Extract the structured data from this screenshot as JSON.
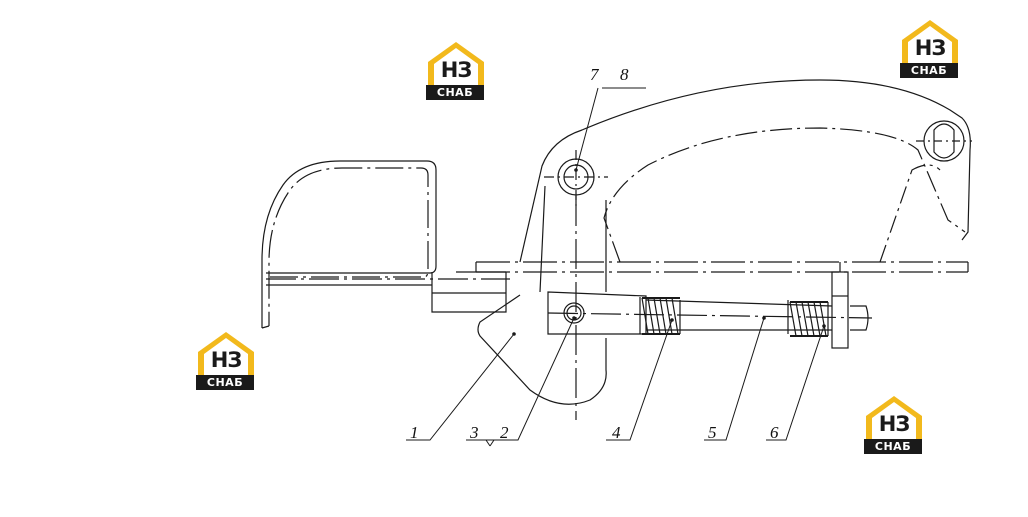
{
  "callouts": {
    "c1": "1",
    "c2": "2",
    "c3": "3",
    "c4": "4",
    "c5": "5",
    "c6": "6",
    "c7": "7",
    "c8": "8"
  },
  "logo": {
    "mark": "НЗ",
    "band": "СНАБ",
    "colors": {
      "roof": "#f2b91c",
      "body": "#ffffff",
      "band": "#1a1a1a",
      "text": "#1a1a1a"
    }
  },
  "colors": {
    "line": "#1a1a1a",
    "background": "#ffffff"
  }
}
